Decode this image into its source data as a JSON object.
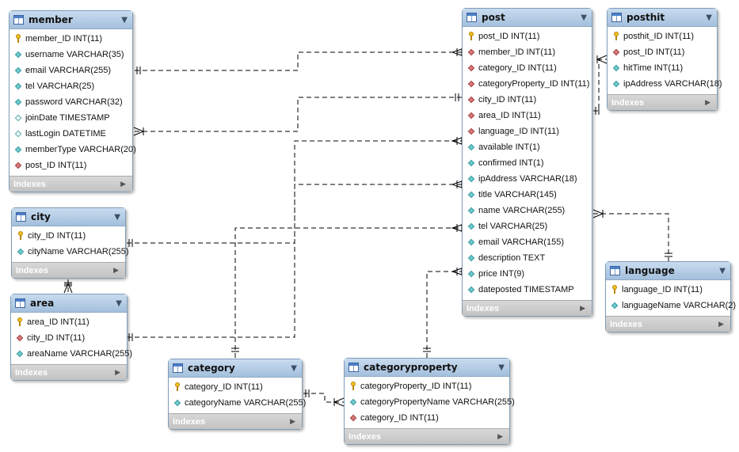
{
  "indexes_label": "Indexes",
  "tables": {
    "member": {
      "name": "member",
      "columns": [
        {
          "icon": "key",
          "text": "member_ID INT(11)"
        },
        {
          "icon": "fill",
          "text": "username VARCHAR(35)"
        },
        {
          "icon": "fill",
          "text": "email VARCHAR(255)"
        },
        {
          "icon": "fill",
          "text": "tel VARCHAR(25)"
        },
        {
          "icon": "fill",
          "text": "password VARCHAR(32)"
        },
        {
          "icon": "open",
          "text": "joinDate TIMESTAMP"
        },
        {
          "icon": "open",
          "text": "lastLogin DATETIME"
        },
        {
          "icon": "fill",
          "text": "memberType VARCHAR(20)"
        },
        {
          "icon": "fk",
          "text": "post_ID INT(11)"
        }
      ]
    },
    "city": {
      "name": "city",
      "columns": [
        {
          "icon": "key",
          "text": "city_ID INT(11)"
        },
        {
          "icon": "fill",
          "text": "cityName VARCHAR(255)"
        }
      ]
    },
    "area": {
      "name": "area",
      "columns": [
        {
          "icon": "key",
          "text": "area_ID INT(11)"
        },
        {
          "icon": "fk",
          "text": "city_ID INT(11)"
        },
        {
          "icon": "fill",
          "text": "areaName VARCHAR(255)"
        }
      ]
    },
    "category": {
      "name": "category",
      "columns": [
        {
          "icon": "key",
          "text": "category_ID INT(11)"
        },
        {
          "icon": "fill",
          "text": "categoryName VARCHAR(255)"
        }
      ]
    },
    "categoryproperty": {
      "name": "categoryproperty",
      "columns": [
        {
          "icon": "key",
          "text": "categoryProperty_ID INT(11)"
        },
        {
          "icon": "fill",
          "text": "categoryPropertyName VARCHAR(255)"
        },
        {
          "icon": "fk",
          "text": "category_ID INT(11)"
        }
      ]
    },
    "post": {
      "name": "post",
      "columns": [
        {
          "icon": "key",
          "text": "post_ID INT(11)"
        },
        {
          "icon": "fk",
          "text": "member_ID INT(11)"
        },
        {
          "icon": "fk",
          "text": "category_ID INT(11)"
        },
        {
          "icon": "fk",
          "text": "categoryProperty_ID INT(11)"
        },
        {
          "icon": "fk",
          "text": "city_ID INT(11)"
        },
        {
          "icon": "fk",
          "text": "area_ID INT(11)"
        },
        {
          "icon": "fk",
          "text": "language_ID INT(11)"
        },
        {
          "icon": "fill",
          "text": "available INT(1)"
        },
        {
          "icon": "fill",
          "text": "confirmed INT(1)"
        },
        {
          "icon": "fill",
          "text": "ipAddress VARCHAR(18)"
        },
        {
          "icon": "fill",
          "text": "title VARCHAR(145)"
        },
        {
          "icon": "fill",
          "text": "name VARCHAR(255)"
        },
        {
          "icon": "fill",
          "text": "tel VARCHAR(25)"
        },
        {
          "icon": "fill",
          "text": "email VARCHAR(155)"
        },
        {
          "icon": "fill",
          "text": "description TEXT"
        },
        {
          "icon": "fill",
          "text": "price INT(9)"
        },
        {
          "icon": "fill",
          "text": "dateposted TIMESTAMP"
        }
      ]
    },
    "posthit": {
      "name": "posthit",
      "columns": [
        {
          "icon": "key",
          "text": "posthit_ID INT(11)"
        },
        {
          "icon": "fk",
          "text": "post_ID INT(11)"
        },
        {
          "icon": "fill",
          "text": "hitTime INT(11)"
        },
        {
          "icon": "fill",
          "text": "ipAddress VARCHAR(18)"
        }
      ]
    },
    "language": {
      "name": "language",
      "columns": [
        {
          "icon": "key",
          "text": "language_ID INT(11)"
        },
        {
          "icon": "fill",
          "text": "languageName VARCHAR(2)"
        }
      ]
    }
  },
  "colors": {
    "header": "#a3bfdc",
    "border": "#7f9db9",
    "pk": "#f0c020",
    "fk": "#d77a7a",
    "column": "#6fc9cc",
    "indexes_bar": "#c2c2c2"
  }
}
